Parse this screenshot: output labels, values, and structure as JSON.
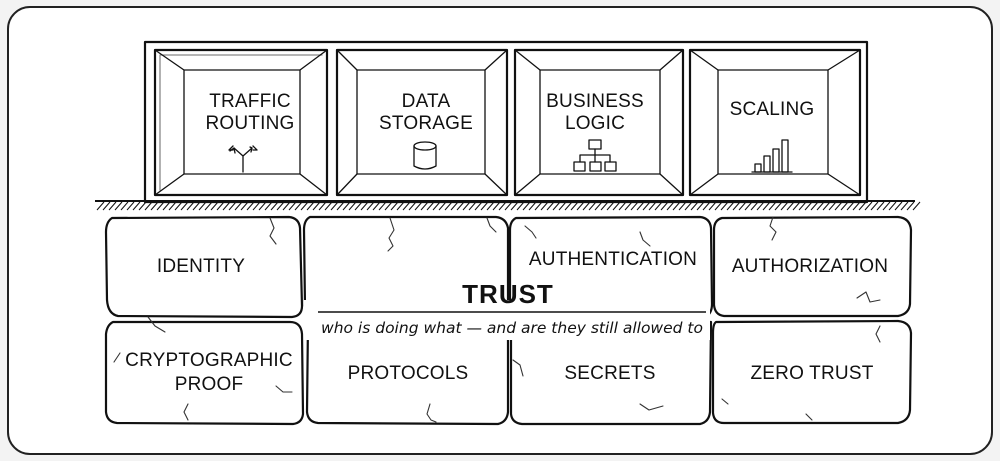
{
  "modules": [
    {
      "line1": "TRAFFIC",
      "line2": "ROUTING",
      "icon": "arrows-split-icon"
    },
    {
      "line1": "DATA",
      "line2": "STORAGE",
      "icon": "database-icon"
    },
    {
      "line1": "BUSINESS",
      "line2": "LOGIC",
      "icon": "hierarchy-icon"
    },
    {
      "line1": "SCALING",
      "line2": "",
      "icon": "bar-chart-icon"
    }
  ],
  "foundation": {
    "title": "TRUST",
    "subtitle": "who is doing what — and are they still allowed to"
  },
  "stones": {
    "identity": "IDENTITY",
    "authentication": "AUTHENTICATION",
    "authorization": "AUTHORIZATION",
    "crypto_line1": "CRYPTOGRAPHIC",
    "crypto_line2": "PROOF",
    "protocols": "PROTOCOLS",
    "secrets": "SECRETS",
    "zero_trust": "ZERO TRUST"
  },
  "colors": {
    "ink": "#111111",
    "paper": "#ffffff",
    "background": "#f3f3f3"
  }
}
